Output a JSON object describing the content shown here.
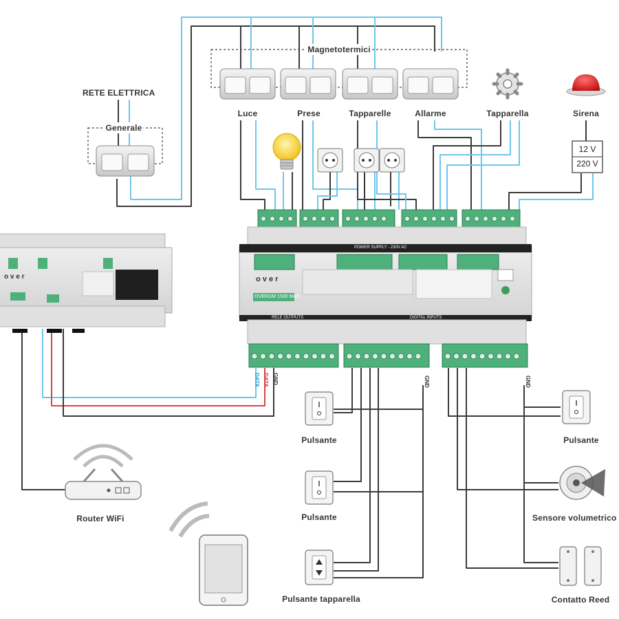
{
  "labels": {
    "rete_elettrica": "RETE ELETTRICA",
    "generale": "Generale",
    "magnetotermici": "Magnetotermici",
    "luce": "Luce",
    "prese": "Prese",
    "tapparelle": "Tapparelle",
    "allarme": "Allarme",
    "tapparella": "Tapparella",
    "sirena": "Sirena",
    "psu_12v": "12 V",
    "psu_220v": "220 V",
    "pulsante_1": "Pulsante",
    "pulsante_2": "Pulsante",
    "pulsante_3": "Pulsante",
    "pulsante_tapparella": "Pulsante tapparella",
    "sensore_volumetrico": "Sensore volumetrico",
    "contatto_reed": "Contatto Reed",
    "router_wifi": "Router WiFi"
  },
  "bus_labels": {
    "data_a": "DATA",
    "data_b": "DATA",
    "gnd_1": "GND",
    "gnd_2": "GND",
    "gnd_3": "GND"
  },
  "module": {
    "brand": "o v e r",
    "model": "OVERGM 1500 Mod.",
    "header_strip": "POWER SUPPLY - 230V AC",
    "bottom_left": "RELE OUTPUTS",
    "bottom_right": "DIGITAL INPUTS"
  },
  "controller": {
    "brand": "o v e r"
  },
  "colors": {
    "wire_blue": "#6ec6ea",
    "wire_dark": "#3a3a3a",
    "wire_red": "#d94343",
    "terminal_green": "#4eb07a",
    "siren_red": "#d62020",
    "bulb_yellow": "#f5d23c"
  }
}
